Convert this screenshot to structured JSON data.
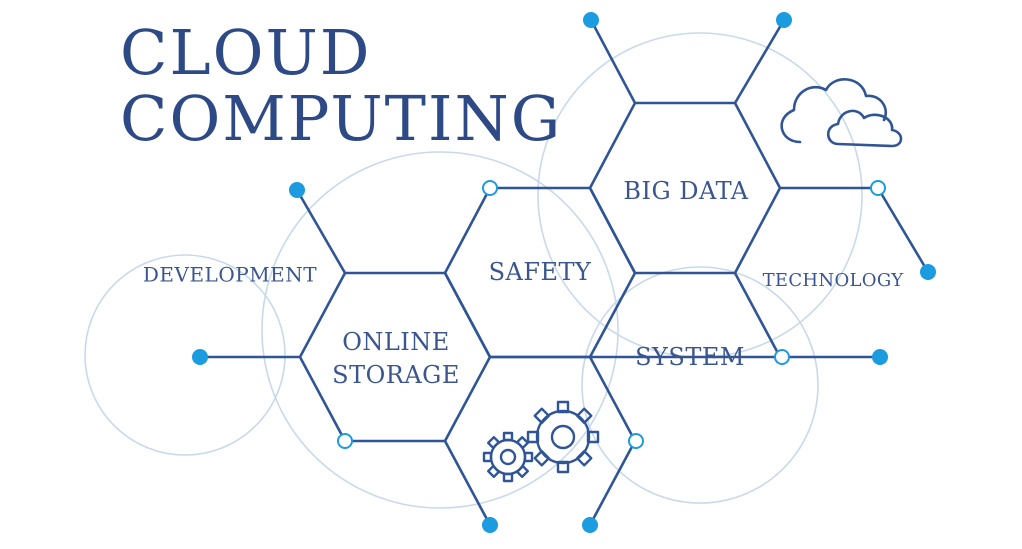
{
  "title": {
    "line1": "CLOUD",
    "line2": "COMPUTING"
  },
  "labels": {
    "big_data": "BIG DATA",
    "safety": "SAFETY",
    "development": "DEVELOPMENT",
    "online": "ONLINE",
    "storage": "STORAGE",
    "system": "SYSTEM",
    "technology": "TECHNOLOGY"
  },
  "colors": {
    "hex_stroke": "#2f5597",
    "circle_stroke": "#c9d9ea",
    "dot_fill": "#1b9be0",
    "title": "#2d4a86"
  },
  "icons": [
    "cloud-icon",
    "gears-icon"
  ]
}
